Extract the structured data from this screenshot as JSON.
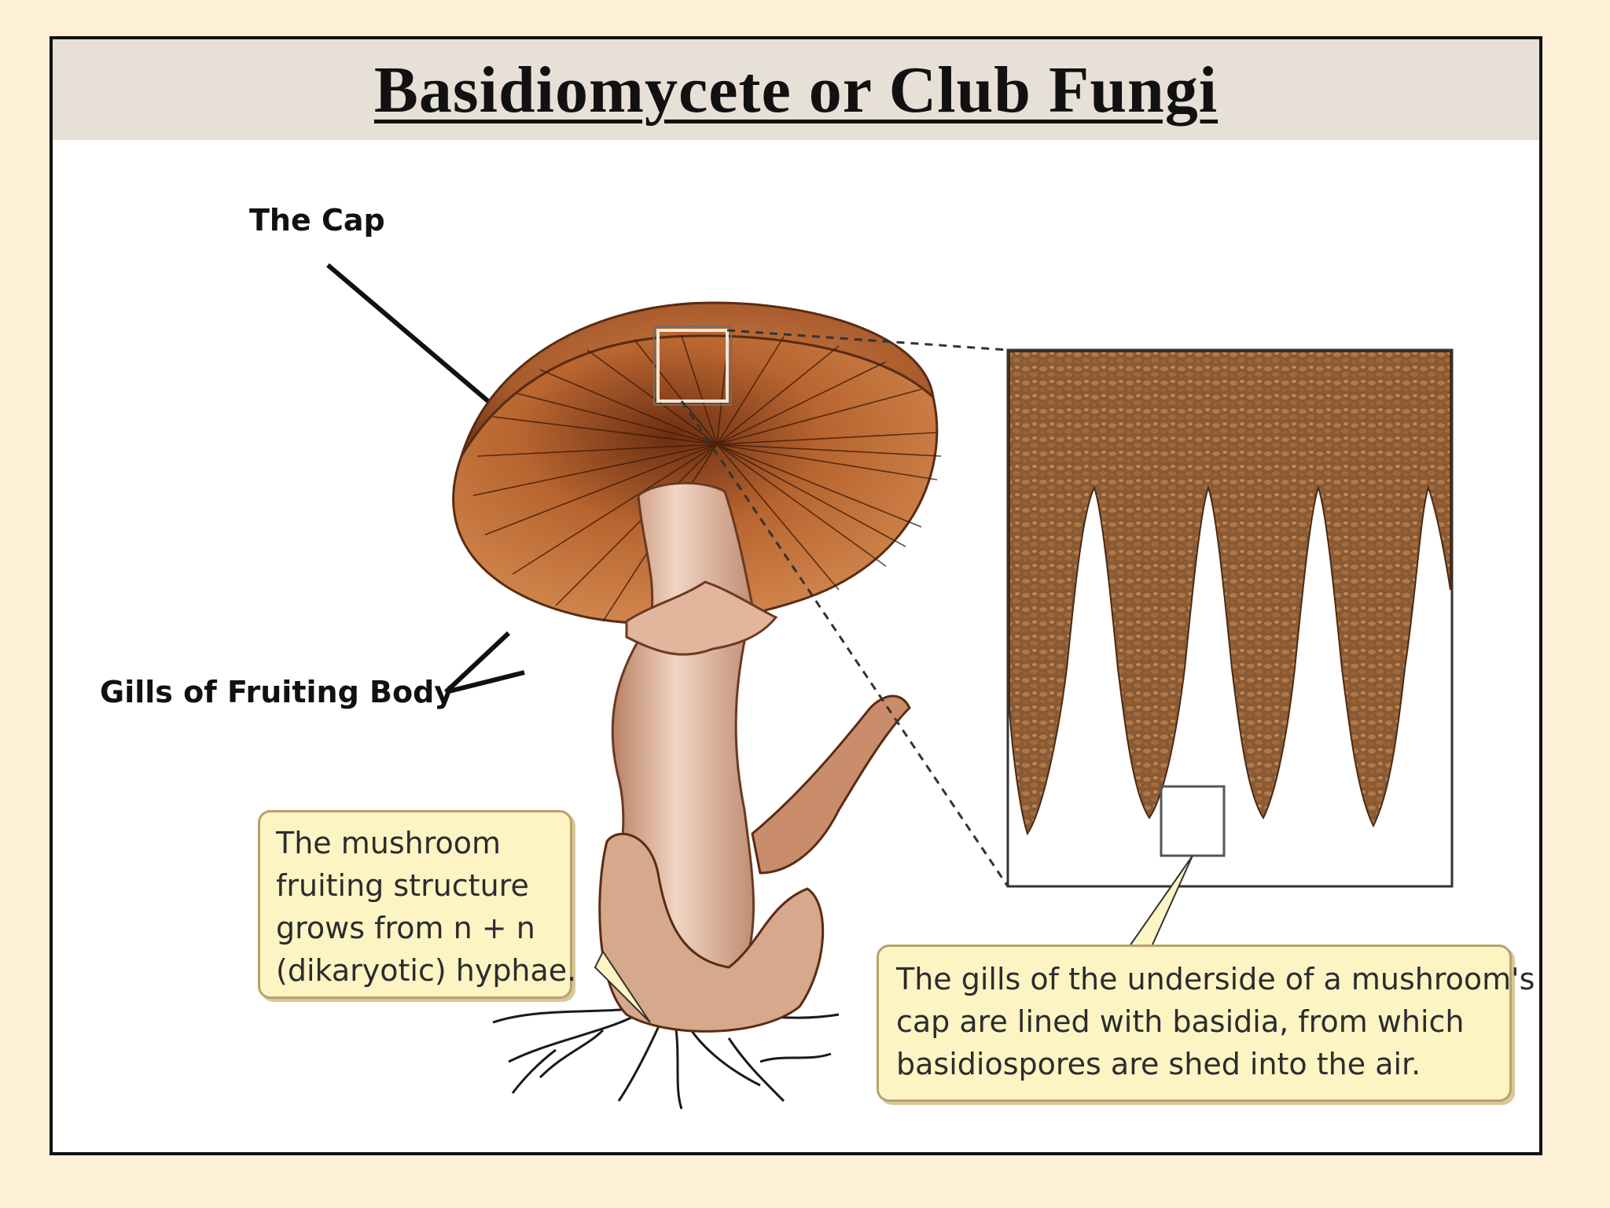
{
  "title": "Basidiomycete or Club Fungi",
  "labels": {
    "cap": "The Cap",
    "gills": "Gills of Fruiting Body"
  },
  "callouts": {
    "mushroom": {
      "lines": [
        "The mushroom",
        "fruiting structure",
        "grows from n + n",
        "(dikaryotic) hyphae."
      ]
    },
    "gills": {
      "lines": [
        "The gills of the underside of a mushroom's",
        "cap are lined with basidia, from which",
        "basidiospores are shed into the air."
      ]
    }
  },
  "colors": {
    "page_background": "#fdf0d6",
    "header_band": "#e6e0d6",
    "cap_brown": "#a85a2c",
    "gill_brown": "#b86530",
    "stalk": "#e8c4ad",
    "callout_fill": "#fdf4c4"
  }
}
